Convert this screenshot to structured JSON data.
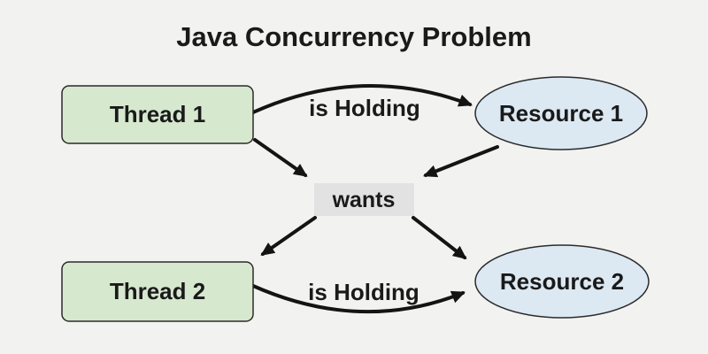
{
  "title": "Java Concurrency Problem",
  "colors": {
    "background": "#f2f2f0",
    "thread_fill": "#d6e8ce",
    "resource_fill": "#dce8f2",
    "wants_fill": "#e2e2e2",
    "node_border": "#2b2b2b",
    "arrow": "#141414",
    "text": "#1a1a1a"
  },
  "nodes": {
    "thread1": {
      "label": "Thread 1",
      "shape": "rounded-rectangle"
    },
    "resource1": {
      "label": "Resource 1",
      "shape": "ellipse"
    },
    "wants": {
      "label": "wants",
      "shape": "rectangle"
    },
    "thread2": {
      "label": "Thread 2",
      "shape": "rounded-rectangle"
    },
    "resource2": {
      "label": "Resource 2",
      "shape": "ellipse"
    }
  },
  "edges": [
    {
      "from": "Thread 1",
      "to": "Resource 1",
      "label": "is Holding",
      "style": "curved"
    },
    {
      "from": "Thread 1",
      "to": "wants",
      "label": "",
      "style": "straight"
    },
    {
      "from": "Resource 1",
      "to": "wants",
      "label": "",
      "style": "straight"
    },
    {
      "from": "wants",
      "to": "Thread 2",
      "label": "",
      "style": "straight"
    },
    {
      "from": "wants",
      "to": "Resource 2",
      "label": "",
      "style": "straight"
    },
    {
      "from": "Thread 2",
      "to": "Resource 2",
      "label": "is Holding",
      "style": "curved"
    }
  ]
}
